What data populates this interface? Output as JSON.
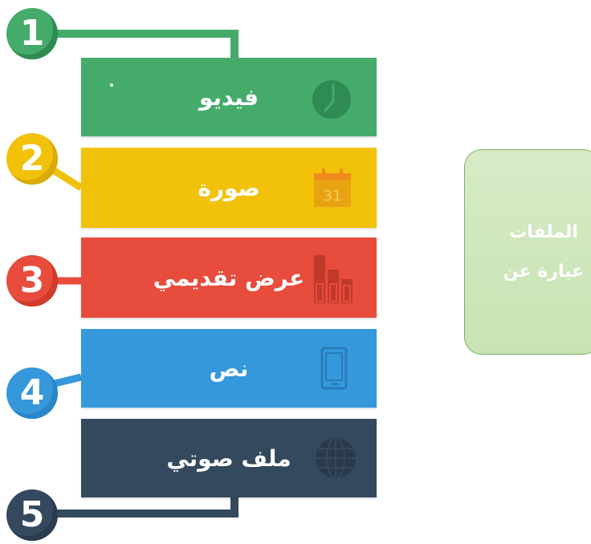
{
  "title_box": {
    "lines": [
      "الملفات",
      "عبارة عن"
    ],
    "fill": "#cce5b9",
    "border": "#7fae5d"
  },
  "items": [
    {
      "number": "1",
      "label": "فيديو",
      "color": "#45ab6b",
      "badge_color": "#2e8c52",
      "icon": "clock-icon"
    },
    {
      "number": "2",
      "label": "صورة",
      "color": "#f2c20b",
      "badge_color": "#d9aa08",
      "icon": "calendar-icon",
      "icon_text": "31"
    },
    {
      "number": "3",
      "label": "عرض تقديمي",
      "color": "#e74c3c",
      "badge_color": "#d03b2b",
      "icon": "bar-chart-icon"
    },
    {
      "number": "4",
      "label": "نص",
      "color": "#3498db",
      "badge_color": "#2a86c6",
      "icon": "tablet-icon"
    },
    {
      "number": "5",
      "label": "ملف صوتي",
      "color": "#34495e",
      "badge_color": "#2b3c4e",
      "icon": "globe-icon"
    }
  ]
}
